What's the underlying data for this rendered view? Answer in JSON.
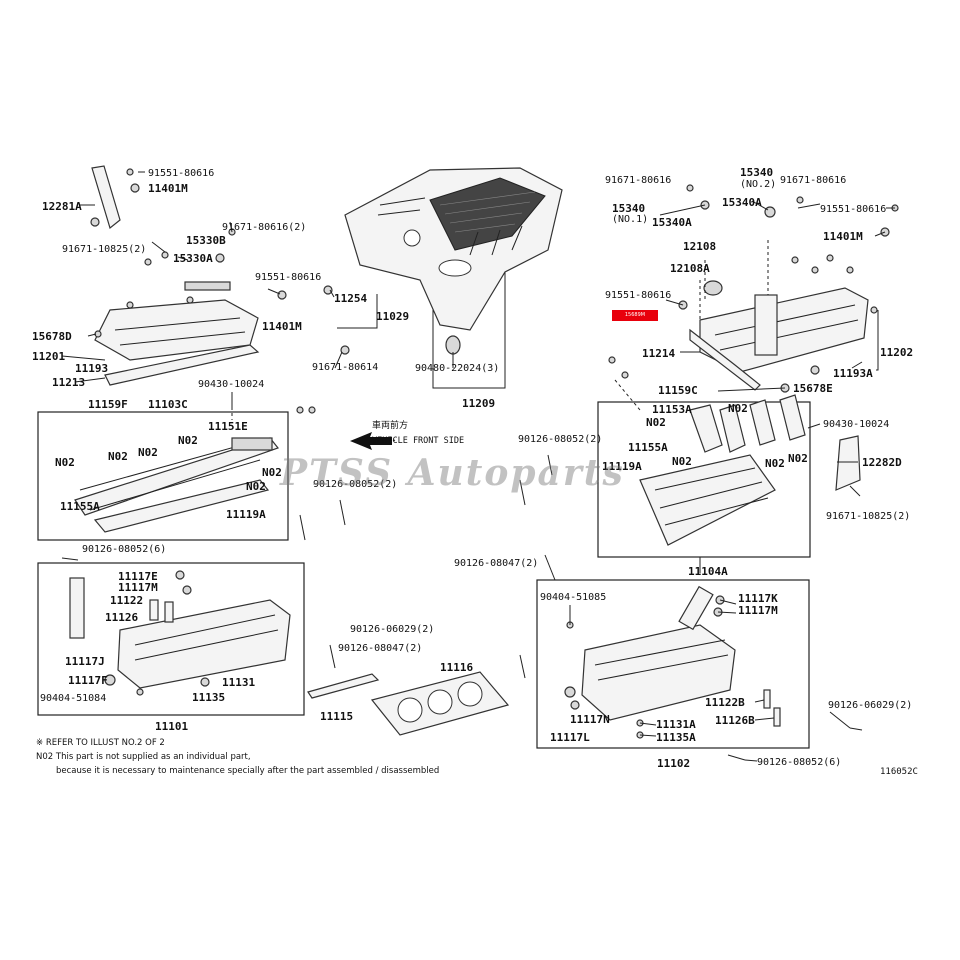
{
  "diagram": {
    "watermark": "PTSS Autoparts",
    "red_tag": "15689M",
    "figure_code": "116052C",
    "note_line1": "※ REFER TO ILLUST NO.2 OF 2",
    "note_line2": "N02 This part is not supplied as an individual part,",
    "note_line3": "because it is necessary to maintenance specially after the part assembled / disassembled",
    "front_jp": "車両前方",
    "front_side": "VEHICLE FRONT SIDE",
    "labels": [
      {
        "id": "l1",
        "text": "91551-80616"
      },
      {
        "id": "l2",
        "text": "11401M"
      },
      {
        "id": "l3",
        "text": "12281A"
      },
      {
        "id": "l4",
        "text": "91671-10825(2)"
      },
      {
        "id": "l5",
        "text": "15330B"
      },
      {
        "id": "l6",
        "text": "15330A"
      },
      {
        "id": "l7",
        "text": "91671-80616(2)"
      },
      {
        "id": "l8",
        "text": "91551-80616"
      },
      {
        "id": "l9",
        "text": "11401M"
      },
      {
        "id": "l10",
        "text": "15678D"
      },
      {
        "id": "l11",
        "text": "11201"
      },
      {
        "id": "l12",
        "text": "11193"
      },
      {
        "id": "l13",
        "text": "11213"
      },
      {
        "id": "l14",
        "text": "90430-10024"
      },
      {
        "id": "l15",
        "text": "11159F"
      },
      {
        "id": "l16",
        "text": "11103C"
      },
      {
        "id": "l17",
        "text": "11151E"
      },
      {
        "id": "l18",
        "text": "N02"
      },
      {
        "id": "l19",
        "text": "N02"
      },
      {
        "id": "l20",
        "text": "N02"
      },
      {
        "id": "l21",
        "text": "N02"
      },
      {
        "id": "l22",
        "text": "N02"
      },
      {
        "id": "l23",
        "text": "N02"
      },
      {
        "id": "l24",
        "text": "11155A"
      },
      {
        "id": "l25",
        "text": "11119A"
      },
      {
        "id": "l26",
        "text": "90126-08052(6)"
      },
      {
        "id": "l27",
        "text": "11117E"
      },
      {
        "id": "l28",
        "text": "11117M"
      },
      {
        "id": "l29",
        "text": "11122"
      },
      {
        "id": "l30",
        "text": "11126"
      },
      {
        "id": "l31",
        "text": "11117J"
      },
      {
        "id": "l32",
        "text": "11117F"
      },
      {
        "id": "l33",
        "text": "90404-51084"
      },
      {
        "id": "l34",
        "text": "11131"
      },
      {
        "id": "l35",
        "text": "11135"
      },
      {
        "id": "l36",
        "text": "11101"
      },
      {
        "id": "l37",
        "text": "11254"
      },
      {
        "id": "l38",
        "text": "11029"
      },
      {
        "id": "l39",
        "text": "91671-80614"
      },
      {
        "id": "l40",
        "text": "90480-22024(3)"
      },
      {
        "id": "l41",
        "text": "11209"
      },
      {
        "id": "l42",
        "text": "90126-08052(2)"
      },
      {
        "id": "l43",
        "text": "90126-06029(2)"
      },
      {
        "id": "l44",
        "text": "90126-08047(2)"
      },
      {
        "id": "l45",
        "text": "11116"
      },
      {
        "id": "l46",
        "text": "11115"
      },
      {
        "id": "l47",
        "text": "91671-80616"
      },
      {
        "id": "l48",
        "text": "15340"
      },
      {
        "id": "l49",
        "text": "(NO.2)"
      },
      {
        "id": "l50",
        "text": "91671-80616"
      },
      {
        "id": "l51",
        "text": "15340"
      },
      {
        "id": "l52",
        "text": "(NO.1)"
      },
      {
        "id": "l53",
        "text": "15340A"
      },
      {
        "id": "l54",
        "text": "15340A"
      },
      {
        "id": "l55",
        "text": "91551-80616"
      },
      {
        "id": "l56",
        "text": "12108"
      },
      {
        "id": "l57",
        "text": "11401M"
      },
      {
        "id": "l58",
        "text": "12108A"
      },
      {
        "id": "l59",
        "text": "91551-80616"
      },
      {
        "id": "l60",
        "text": "11214"
      },
      {
        "id": "l61",
        "text": "11202"
      },
      {
        "id": "l62",
        "text": "11193A"
      },
      {
        "id": "l63",
        "text": "11159C"
      },
      {
        "id": "l64",
        "text": "15678E"
      },
      {
        "id": "l65",
        "text": "11153A"
      },
      {
        "id": "l66",
        "text": "N02"
      },
      {
        "id": "l67",
        "text": "N02"
      },
      {
        "id": "l68",
        "text": "90430-10024"
      },
      {
        "id": "l69",
        "text": "11155A"
      },
      {
        "id": "l70",
        "text": "N02"
      },
      {
        "id": "l71",
        "text": "N02"
      },
      {
        "id": "l72",
        "text": "12282D"
      },
      {
        "id": "l73",
        "text": "11119A"
      },
      {
        "id": "l74",
        "text": "N02"
      },
      {
        "id": "l75",
        "text": "91671-10825(2)"
      },
      {
        "id": "l76",
        "text": "11104A"
      },
      {
        "id": "l77",
        "text": "90126-08047(2)"
      },
      {
        "id": "l78",
        "text": "90404-51085"
      },
      {
        "id": "l79",
        "text": "11117K"
      },
      {
        "id": "l80",
        "text": "11117M"
      },
      {
        "id": "l81",
        "text": "11117N"
      },
      {
        "id": "l82",
        "text": "11122B"
      },
      {
        "id": "l83",
        "text": "11126B"
      },
      {
        "id": "l84",
        "text": "11131A"
      },
      {
        "id": "l85",
        "text": "11135A"
      },
      {
        "id": "l86",
        "text": "11117L"
      },
      {
        "id": "l87",
        "text": "11102"
      },
      {
        "id": "l88",
        "text": "90126-06029(2)"
      },
      {
        "id": "l89",
        "text": "90126-08052(6)"
      },
      {
        "id": "l90",
        "text": "90126-08052(2)"
      }
    ]
  }
}
